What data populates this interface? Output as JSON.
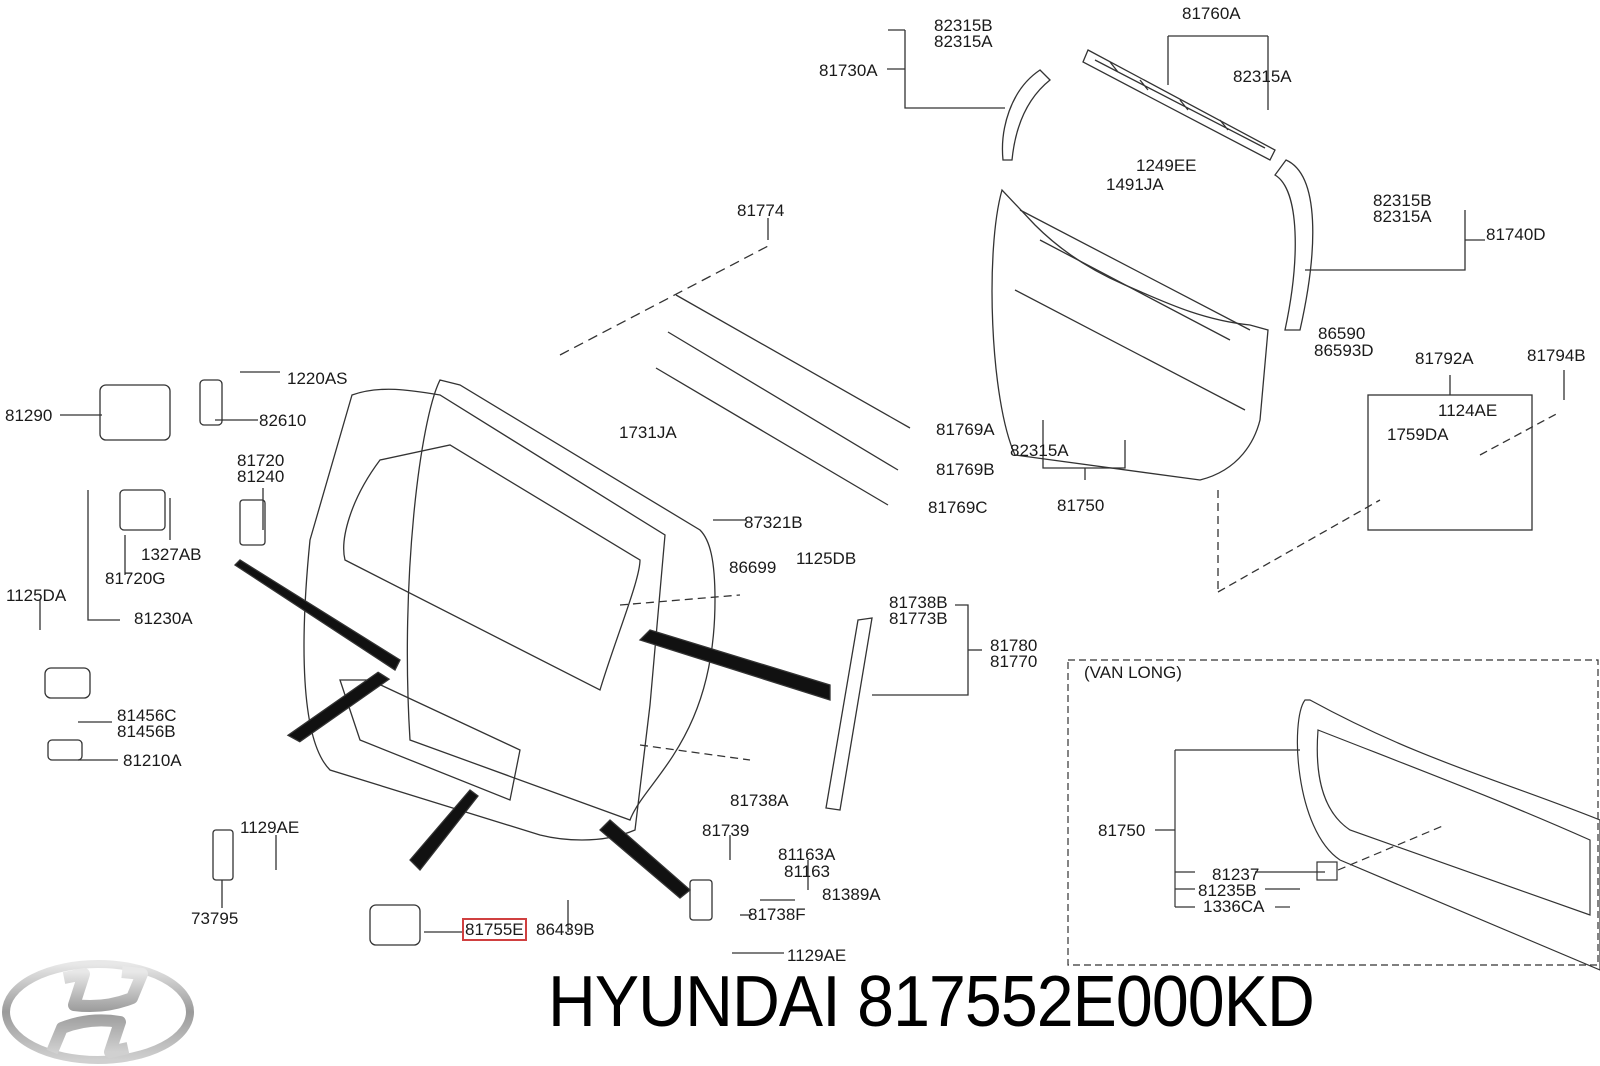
{
  "title": {
    "brand": "HYUNDAI",
    "part_number": "817552E000KD",
    "text": "HYUNDAI 817552E000KD"
  },
  "logo": {
    "icon": "hyundai-logo-icon",
    "color": "#b8b8b8"
  },
  "highlight": {
    "label": "81755E",
    "color": "#d04040"
  },
  "inset": {
    "caption": "(VAN LONG)"
  },
  "labels": {
    "p82315B_top": "82315B",
    "p82315A_top": "82315A",
    "p81730A": "81730A",
    "p81760A": "81760A",
    "p82315A_top2": "82315A",
    "p1249EE": "1249EE",
    "p1491JA": "1491JA",
    "p82315B_r": "82315B",
    "p82315A_r": "82315A",
    "p81740D": "81740D",
    "p86590": "86590",
    "p86593D": "86593D",
    "p81792A": "81792A",
    "p81794B": "81794B",
    "p1124AE": "1124AE",
    "p1759DA": "1759DA",
    "p82315A_mid": "82315A",
    "p81750": "81750",
    "p81774": "81774",
    "p1731JA": "1731JA",
    "p81769A": "81769A",
    "p81769B": "81769B",
    "p81769C": "81769C",
    "p87321B": "87321B",
    "p1220AS": "1220AS",
    "p81290": "81290",
    "p82610": "82610",
    "p81720": "81720",
    "p81240": "81240",
    "p1327AB": "1327AB",
    "p81720G": "81720G",
    "p1125DA": "1125DA",
    "p81230A": "81230A",
    "p81456C": "81456C",
    "p81456B": "81456B",
    "p81210A": "81210A",
    "p86699": "86699",
    "p1125DB": "1125DB",
    "p81738B": "81738B",
    "p81773B": "81773B",
    "p81780": "81780",
    "p81770": "81770",
    "p81738A": "81738A",
    "p81739": "81739",
    "p81163A": "81163A",
    "p81163": "81163",
    "p81389A": "81389A",
    "p81738F": "81738F",
    "p1129AE_b": "1129AE",
    "p1129AE_l": "1129AE",
    "p73795": "73795",
    "p81755E": "81755E",
    "p86439B": "86439B",
    "p81750_van": "81750",
    "p81237": "81237",
    "p81235B": "81235B",
    "p1336CA": "1336CA"
  }
}
